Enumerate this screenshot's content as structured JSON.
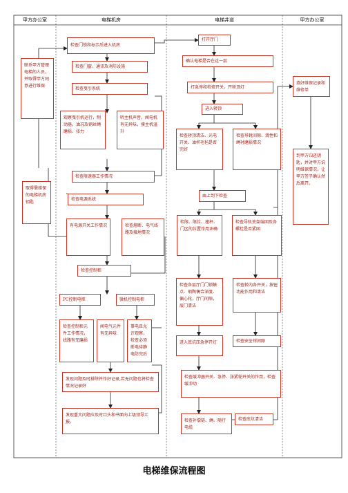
{
  "lanes": {
    "a": "甲方办公室",
    "b": "电梯机房",
    "c": "电梯井道",
    "d": "甲方办公室"
  },
  "nodes": {
    "n1": "联系甲方管理电梯的人员，并取得甲方同意进行维保",
    "n2": "检查门锁和标示后进入机房",
    "n3": "检查门窗、通讯及消防设施",
    "n4": "检查曳引系统",
    "n5": "观察曳引机运行，制动器，油况及钢丝绳磨损、张力",
    "n6": "听主机声音，闻电机有无异味，摸主机温升",
    "n7": "检查限速器工作情况",
    "n8": "检查电源系统",
    "n9": "有电源开关工作情况",
    "n10": "检查熔断、电气线路及接地情况",
    "n11": "检查控制柜",
    "n12": "PC控制电柜",
    "n13": "微机控制电柜",
    "n14": "检查控制柜元件工作情况，线路有无磨损",
    "n15": "闻电气元件有无异味",
    "n16": "事电且允许观察，检查必须断电待静电防完后",
    "n17": "发现问题及时排除并作好记录,若无问题也将检查情况记录好",
    "n18": "发现重大问题应及时口头和书面向上级领导汇报。",
    "n19": "取得需维保的电梯机房钥匙",
    "n20": "打开厅门",
    "n21": "确认电梯是否在这一层",
    "n22": "打急停和检修开关，开轿顶灯",
    "n23": "进入轿顶",
    "n24": "检查轿顶清洁、光电开关、油杯毛毡是否完好",
    "n25": "检查导靴间隙、滑性和绳衬磨损情况",
    "n26": "由上到下检查",
    "n27": "检限、限位、撞杆、门区的位置作用正确",
    "n28": "检查导轨支架端固及各螺栓是否紧固",
    "n29": "检查各层厅门门锁触点、钢陶偶合深度、偏心轮，厅门间隙，层门清洁",
    "n30": "检查轿内各开关，按钮功能作用和清洁",
    "n31": "进入底坑压急停开灯",
    "n32": "检查安全钳间隙",
    "n33": "检查缓冲器开关、急停、张紧轮开关的作用，检查缓冲功",
    "n34": "检查补偿链、绳、随行电缆",
    "n35": "检查底坑清洁",
    "n36": "填好维保记录和维修单",
    "n37": "到甲方归还钥匙，并对甲方说明维保情况，让甲方签子确认然后离开。"
  },
  "footer": {
    "title": "电梯维保流程图"
  }
}
